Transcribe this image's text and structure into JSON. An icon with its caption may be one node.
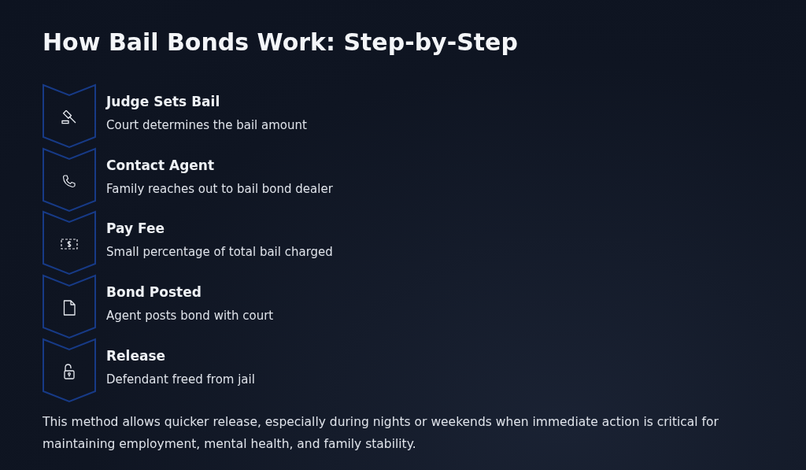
{
  "diagram": {
    "title": "How Bail Bonds Work: Step-by-Step",
    "nodes": [
      {
        "text": [
          "Judge Sets Bail",
          "Court determines the bail amount"
        ]
      },
      {
        "text": [
          "Contact Agent",
          "Family reaches out to bail bond dealer"
        ]
      },
      {
        "text": [
          "Pay Fee",
          "Small percentage of total bail charged"
        ]
      },
      {
        "text": [
          "Bond Posted",
          "Agent posts bond with court"
        ]
      },
      {
        "text": [
          "Release",
          "Defendant freed from jail"
        ]
      }
    ],
    "edges": [],
    "caption": "This method allows quicker release, especially during nights or weekends when immediate action is critical for maintaining employment, mental health, and family stability."
  }
}
